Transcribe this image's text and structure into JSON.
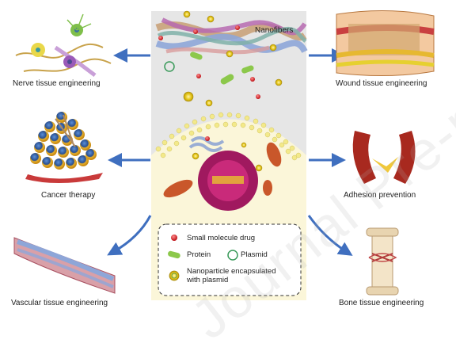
{
  "center": {
    "nanofibers_label": "Nanofibers"
  },
  "applications": {
    "nerve": "Nerve tissue engineering",
    "wound": "Wound tissue engineering",
    "cancer": "Cancer therapy",
    "adhesion": "Adhesion prevention",
    "vascular": "Vascular tissue engineering",
    "bone": "Bone tissue engineering"
  },
  "legend": {
    "small_molecule": "Small molecule drug",
    "protein": "Protein",
    "plasmid": "Plasmid",
    "nanoparticle_line1": "Nanoparticle encapsulated",
    "nanoparticle_line2": "with plasmid"
  },
  "watermark": "Journal Pre-proof",
  "colors": {
    "arrow": "#3f6fbf",
    "drug": "#d8262c",
    "protein": "#8cc84b",
    "plasmid": "#3a9a5a",
    "nanoparticle": "#e6c619",
    "cell_bg": "#fbf6d9",
    "nucleus": "#a0195f",
    "panel_bg": "#e6e6e6"
  }
}
